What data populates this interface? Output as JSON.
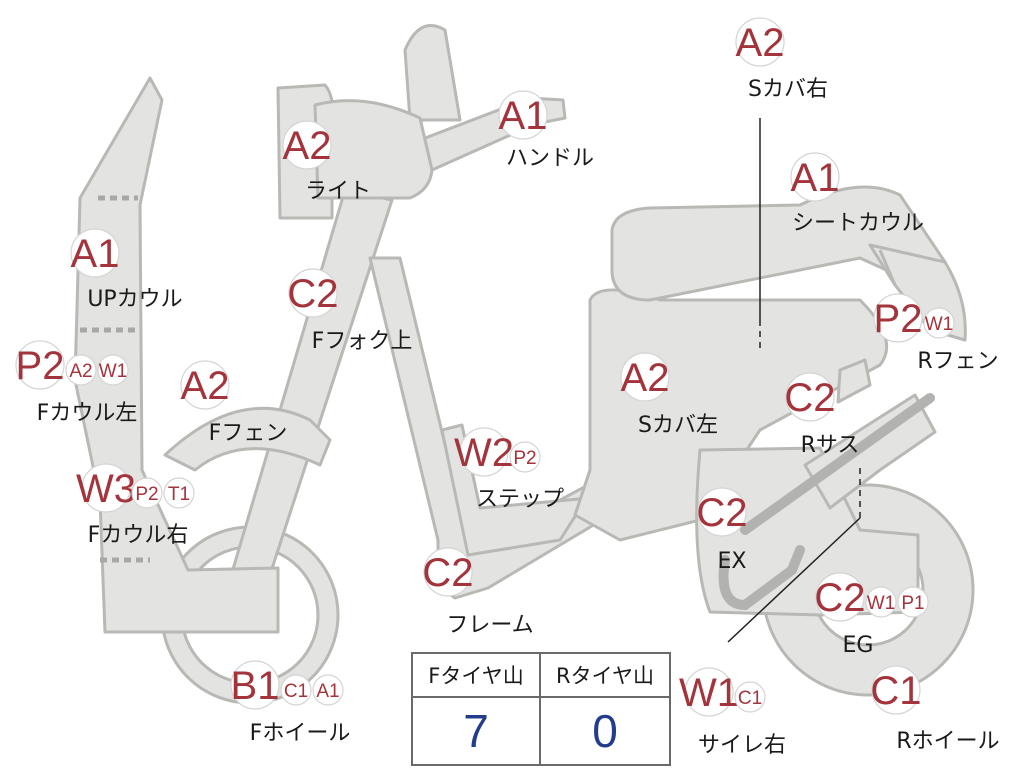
{
  "parts": [
    {
      "id": "s-cover-right",
      "label": "Sカバ右",
      "codes": [
        "A2"
      ]
    },
    {
      "id": "handle",
      "label": "ハンドル",
      "codes": [
        "A1"
      ]
    },
    {
      "id": "light",
      "label": "ライト",
      "codes": [
        "A2"
      ]
    },
    {
      "id": "seat-cowl",
      "label": "シートカウル",
      "codes": [
        "A1"
      ]
    },
    {
      "id": "up-cowl",
      "label": "UPカウル",
      "codes": [
        "A1"
      ]
    },
    {
      "id": "f-fork-upper",
      "label": "Fフォク上",
      "codes": [
        "C2"
      ]
    },
    {
      "id": "r-fender",
      "label": "Rフェン",
      "codes": [
        "P2",
        "W1"
      ]
    },
    {
      "id": "f-cowl-left",
      "label": "Fカウル左",
      "codes": [
        "P2",
        "A2",
        "W1"
      ]
    },
    {
      "id": "f-fender",
      "label": "Fフェン",
      "codes": [
        "A2"
      ]
    },
    {
      "id": "s-cover-left",
      "label": "Sカバ左",
      "codes": [
        "A2"
      ]
    },
    {
      "id": "r-suspension",
      "label": "Rサス",
      "codes": [
        "C2"
      ]
    },
    {
      "id": "step",
      "label": "ステップ",
      "codes": [
        "W2",
        "P2"
      ]
    },
    {
      "id": "f-cowl-right",
      "label": "Fカウル右",
      "codes": [
        "W3",
        "P2",
        "T1"
      ]
    },
    {
      "id": "exhaust",
      "label": "EX",
      "codes": [
        "C2"
      ]
    },
    {
      "id": "frame",
      "label": "フレーム",
      "codes": [
        "C2"
      ]
    },
    {
      "id": "engine",
      "label": "EG",
      "codes": [
        "C2",
        "W1",
        "P1"
      ]
    },
    {
      "id": "f-wheel",
      "label": "Fホイール",
      "codes": [
        "B1",
        "C1",
        "A1"
      ]
    },
    {
      "id": "muffler-right",
      "label": "サイレ右",
      "codes": [
        "W1",
        "C1"
      ]
    },
    {
      "id": "r-wheel",
      "label": "Rホイール",
      "codes": [
        "C1"
      ]
    }
  ],
  "tire_table": {
    "front_header": "Fタイヤ山",
    "rear_header": "Rタイヤ山",
    "front_value": "7",
    "rear_value": "0"
  },
  "colors": {
    "code_text": "#a3343c",
    "tire_value_text": "#233d8c",
    "silhouette_fill": "#e3e3e1",
    "silhouette_stroke": "#b8b8b5"
  }
}
